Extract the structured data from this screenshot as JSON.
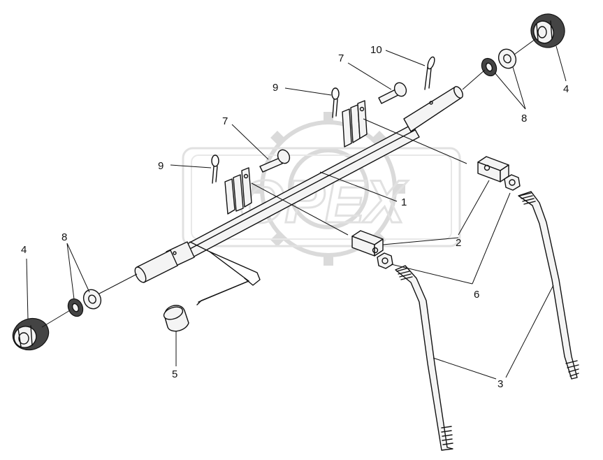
{
  "watermark": {
    "text": "OPEX",
    "color": "#c9c9c9"
  },
  "callouts": [
    "1",
    "2",
    "3",
    "4",
    "4",
    "5",
    "6",
    "7",
    "7",
    "8",
    "8",
    "9",
    "9",
    "10"
  ],
  "colors": {
    "ink": "#111111",
    "paper": "#ffffff",
    "watermark": "#c9c9c9"
  }
}
